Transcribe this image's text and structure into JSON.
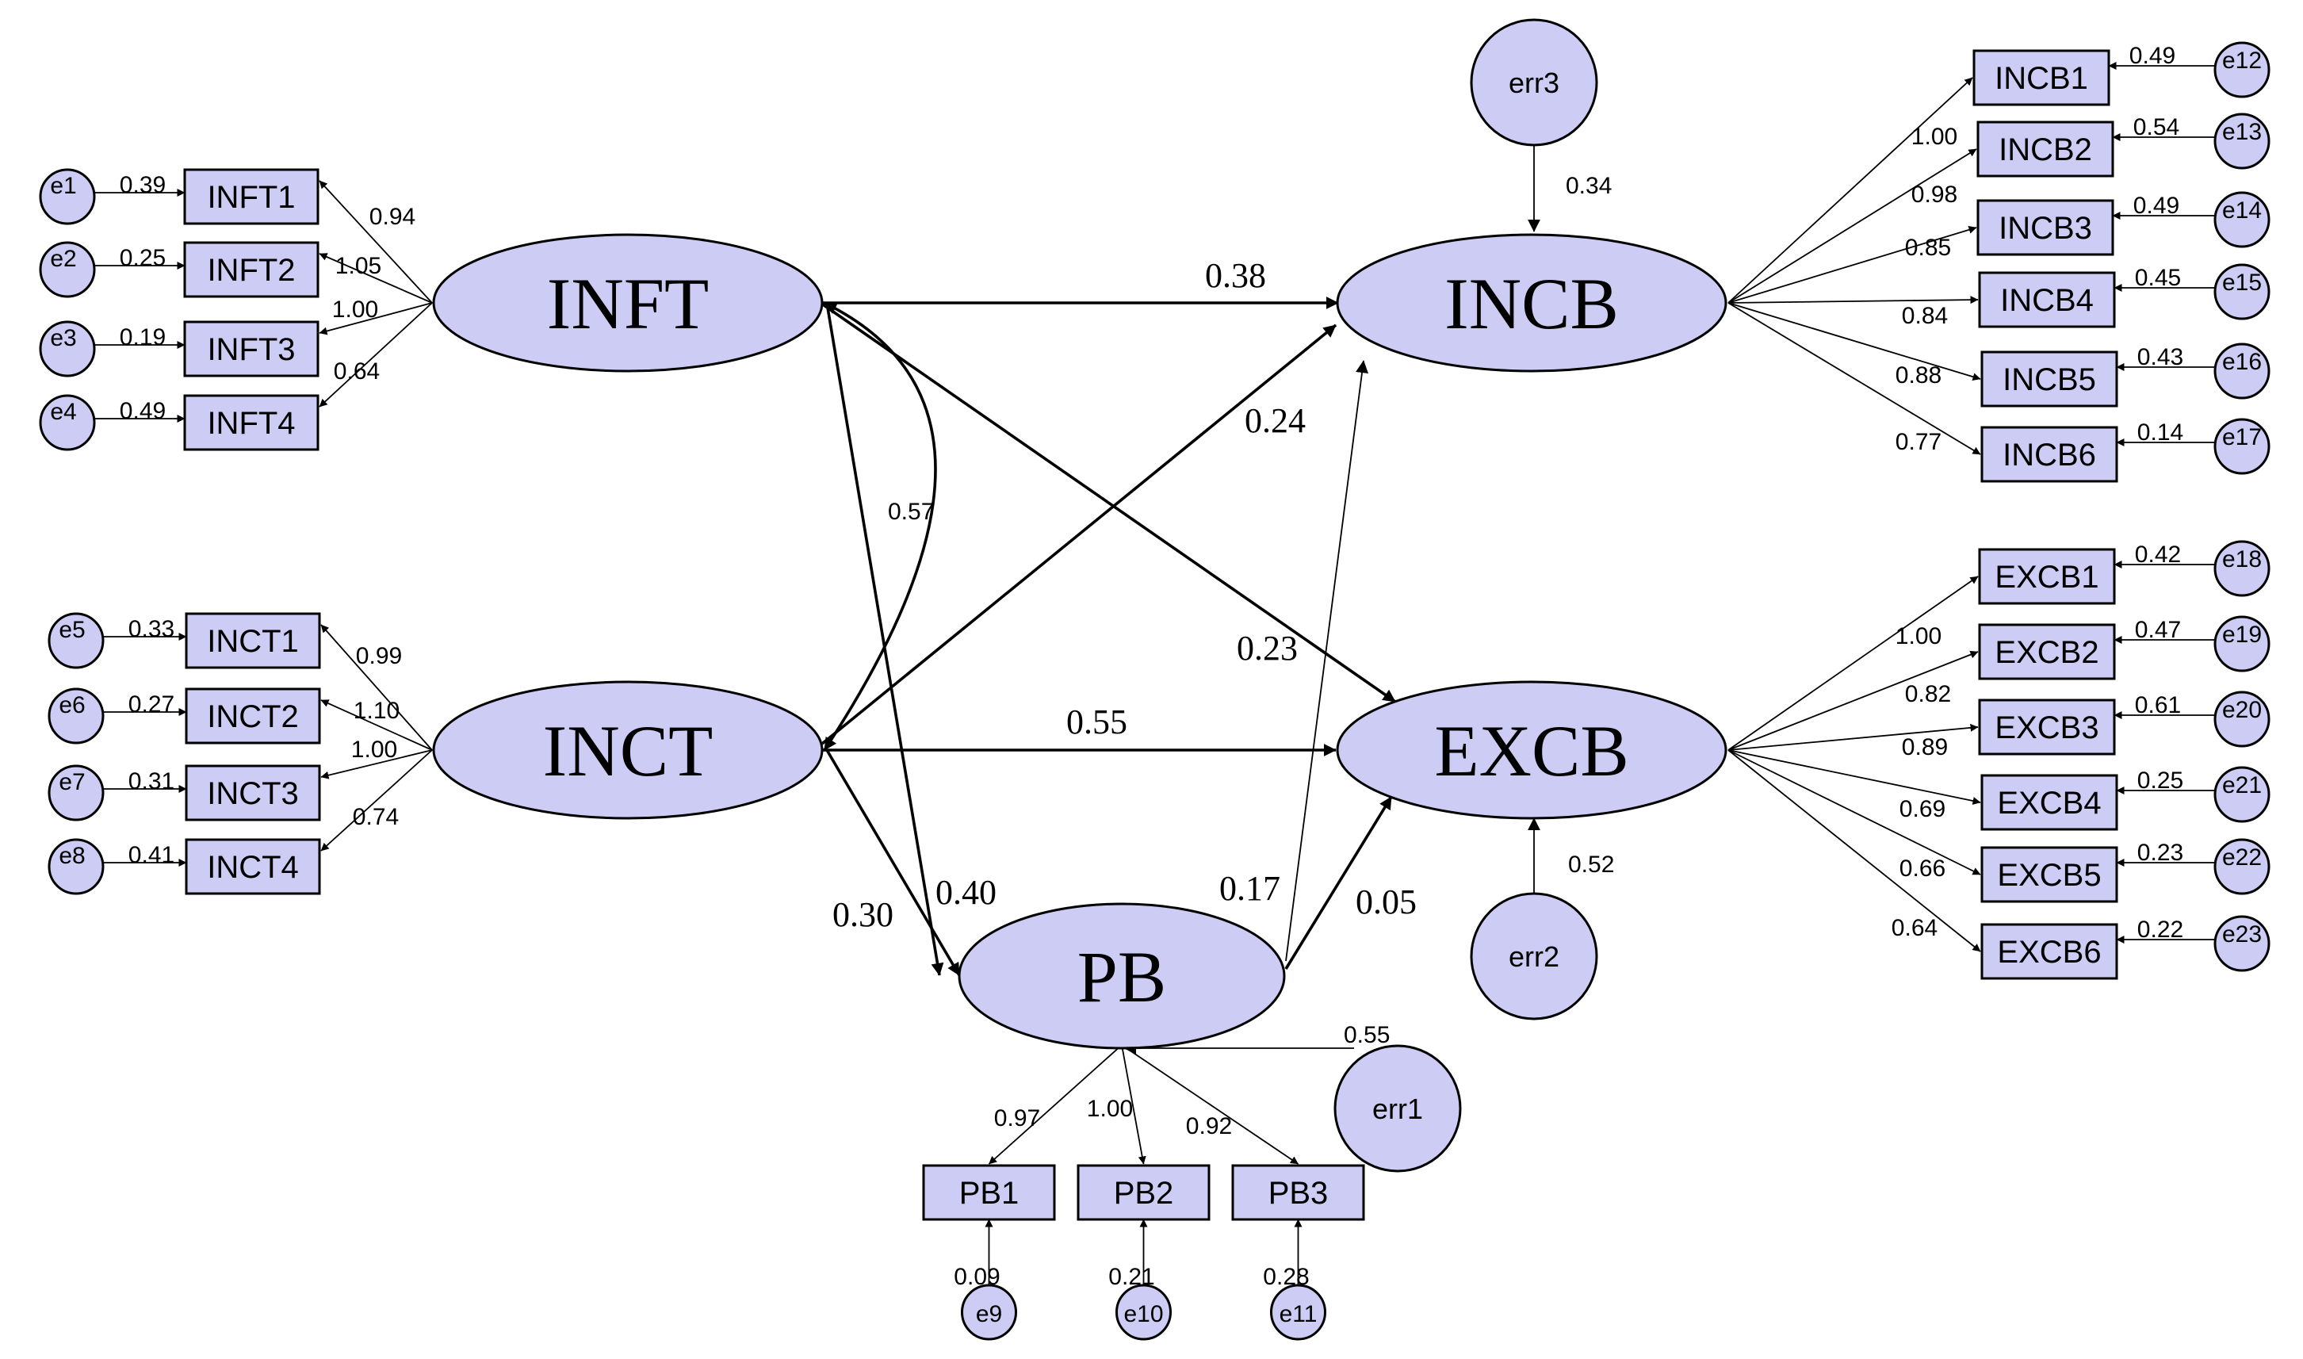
{
  "latent": {
    "INFT": "INFT",
    "INCT": "INCT",
    "PB": "PB",
    "INCB": "INCB",
    "EXCB": "EXCB"
  },
  "structural_errors": {
    "err1": "err1",
    "err2": "err2",
    "err3": "err3"
  },
  "structural_error_weights": {
    "err1": "0.55",
    "err2": "0.52",
    "err3": "0.34"
  },
  "paths": {
    "INFT_INCB": "0.38",
    "INCT_INCB": "0.24",
    "INFT_EXCB": "0.23",
    "INCT_EXCB": "0.55",
    "INFT_PB": "0.40",
    "INCT_PB": "0.30",
    "PB_INCB": "0.17",
    "PB_EXCB": "0.05",
    "INFT_INCT_cov": "0.57"
  },
  "indicators": [
    {
      "name": "INFT1",
      "loading": "0.94",
      "err": "e1",
      "ew": "0.39"
    },
    {
      "name": "INFT2",
      "loading": "1.05",
      "err": "e2",
      "ew": "0.25"
    },
    {
      "name": "INFT3",
      "loading": "1.00",
      "err": "e3",
      "ew": "0.19"
    },
    {
      "name": "INFT4",
      "loading": "0.64",
      "err": "e4",
      "ew": "0.49"
    },
    {
      "name": "INCT1",
      "loading": "0.99",
      "err": "e5",
      "ew": "0.33"
    },
    {
      "name": "INCT2",
      "loading": "1.10",
      "err": "e6",
      "ew": "0.27"
    },
    {
      "name": "INCT3",
      "loading": "1.00",
      "err": "e7",
      "ew": "0.31"
    },
    {
      "name": "INCT4",
      "loading": "0.74",
      "err": "e8",
      "ew": "0.41"
    },
    {
      "name": "PB1",
      "loading": "0.97",
      "err": "e9",
      "ew": "0.09"
    },
    {
      "name": "PB2",
      "loading": "1.00",
      "err": "e10",
      "ew": "0.21"
    },
    {
      "name": "PB3",
      "loading": "0.92",
      "err": "e11",
      "ew": "0.28"
    },
    {
      "name": "INCB1",
      "loading": "1.00",
      "err": "e12",
      "ew": "0.49"
    },
    {
      "name": "INCB2",
      "loading": "0.98",
      "err": "e13",
      "ew": "0.54"
    },
    {
      "name": "INCB3",
      "loading": "0.85",
      "err": "e14",
      "ew": "0.49"
    },
    {
      "name": "INCB4",
      "loading": "0.84",
      "err": "e15",
      "ew": "0.45"
    },
    {
      "name": "INCB5",
      "loading": "0.88",
      "err": "e16",
      "ew": "0.43"
    },
    {
      "name": "INCB6",
      "loading": "0.77",
      "err": "e17",
      "ew": "0.14"
    },
    {
      "name": "EXCB1",
      "loading": "1.00",
      "err": "e18",
      "ew": "0.42"
    },
    {
      "name": "EXCB2",
      "loading": "0.82",
      "err": "e19",
      "ew": "0.47"
    },
    {
      "name": "EXCB3",
      "loading": "0.89",
      "err": "e20",
      "ew": "0.61"
    },
    {
      "name": "EXCB4",
      "loading": "0.69",
      "err": "e21",
      "ew": "0.25"
    },
    {
      "name": "EXCB5",
      "loading": "0.66",
      "err": "e22",
      "ew": "0.23"
    },
    {
      "name": "EXCB6",
      "loading": "0.64",
      "err": "e23",
      "ew": "0.22"
    }
  ],
  "colors": {
    "node_fill": "#ccccf5",
    "stroke": "#000000"
  }
}
